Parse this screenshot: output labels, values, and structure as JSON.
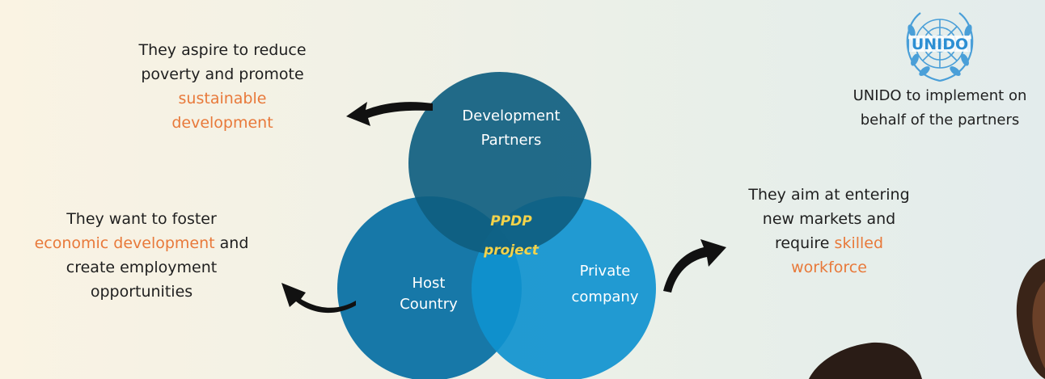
{
  "left_top": {
    "line1": "They aspire to reduce",
    "line2": "poverty and promote",
    "hl1": "sustainable",
    "hl2": "development"
  },
  "left_bottom": {
    "line1": "They want to foster",
    "hl": "economic development",
    "after_hl": " and",
    "line3": "create employment",
    "line4": "opportunities"
  },
  "right_mid": {
    "line1": "They aim at entering",
    "line2": "new markets and",
    "line3_prefix": "require ",
    "hl1": "skilled",
    "hl2": "workforce"
  },
  "unido": {
    "logo_text": "UNIDO",
    "line1": "UNIDO to implement on",
    "line2": "behalf of the partners"
  },
  "circles": {
    "top": {
      "line1": "Development",
      "line2": "Partners"
    },
    "left": {
      "line1": "Host",
      "line2": "Country"
    },
    "right": {
      "line1": "Private",
      "line2": "company"
    },
    "center": {
      "line1": "PPDP",
      "line2": "project"
    }
  },
  "colors": {
    "highlight": "#e8793a",
    "circle_top": "#0f5e80",
    "circle_left": "#1778a8",
    "circle_right": "#0f93cf",
    "center_text": "#f3d34a"
  }
}
